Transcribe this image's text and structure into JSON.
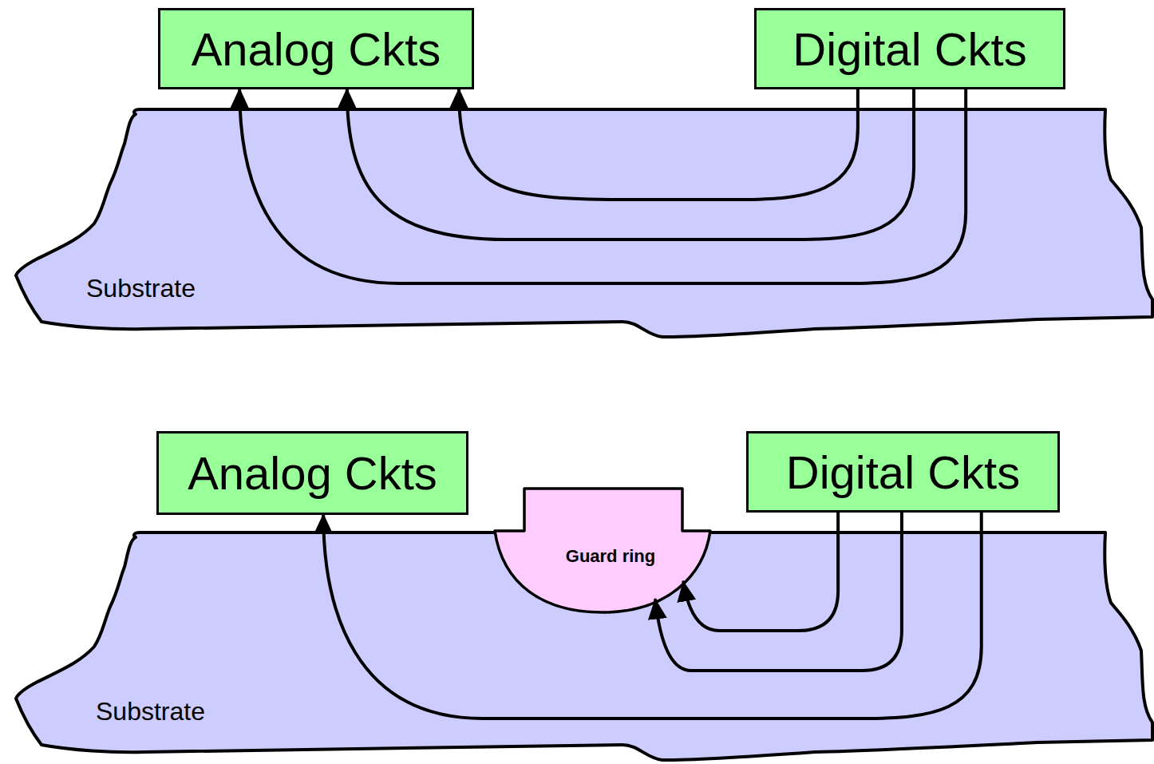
{
  "diagram": {
    "nodes": [
      {
        "text": [
          "Analog Ckts"
        ]
      },
      {
        "text": [
          "Digital Ckts"
        ]
      },
      {
        "text": [
          "Substrate"
        ]
      },
      {
        "text": [
          "Analog Ckts"
        ]
      },
      {
        "text": [
          "Digital Ckts"
        ]
      },
      {
        "text": [
          "Substrate"
        ]
      },
      {
        "text": [
          "Guard ring"
        ],
        "in": 5
      }
    ],
    "edges": [
      {
        "from": 1,
        "to": 0,
        "arrow": "to"
      },
      {
        "from": 1,
        "to": 0,
        "arrow": "to"
      },
      {
        "from": 1,
        "to": 0,
        "arrow": "to"
      },
      {
        "from": 4,
        "to": 6,
        "arrow": "to"
      },
      {
        "from": 4,
        "to": 6,
        "arrow": "to"
      },
      {
        "from": 4,
        "to": 3,
        "arrow": "to"
      }
    ]
  }
}
